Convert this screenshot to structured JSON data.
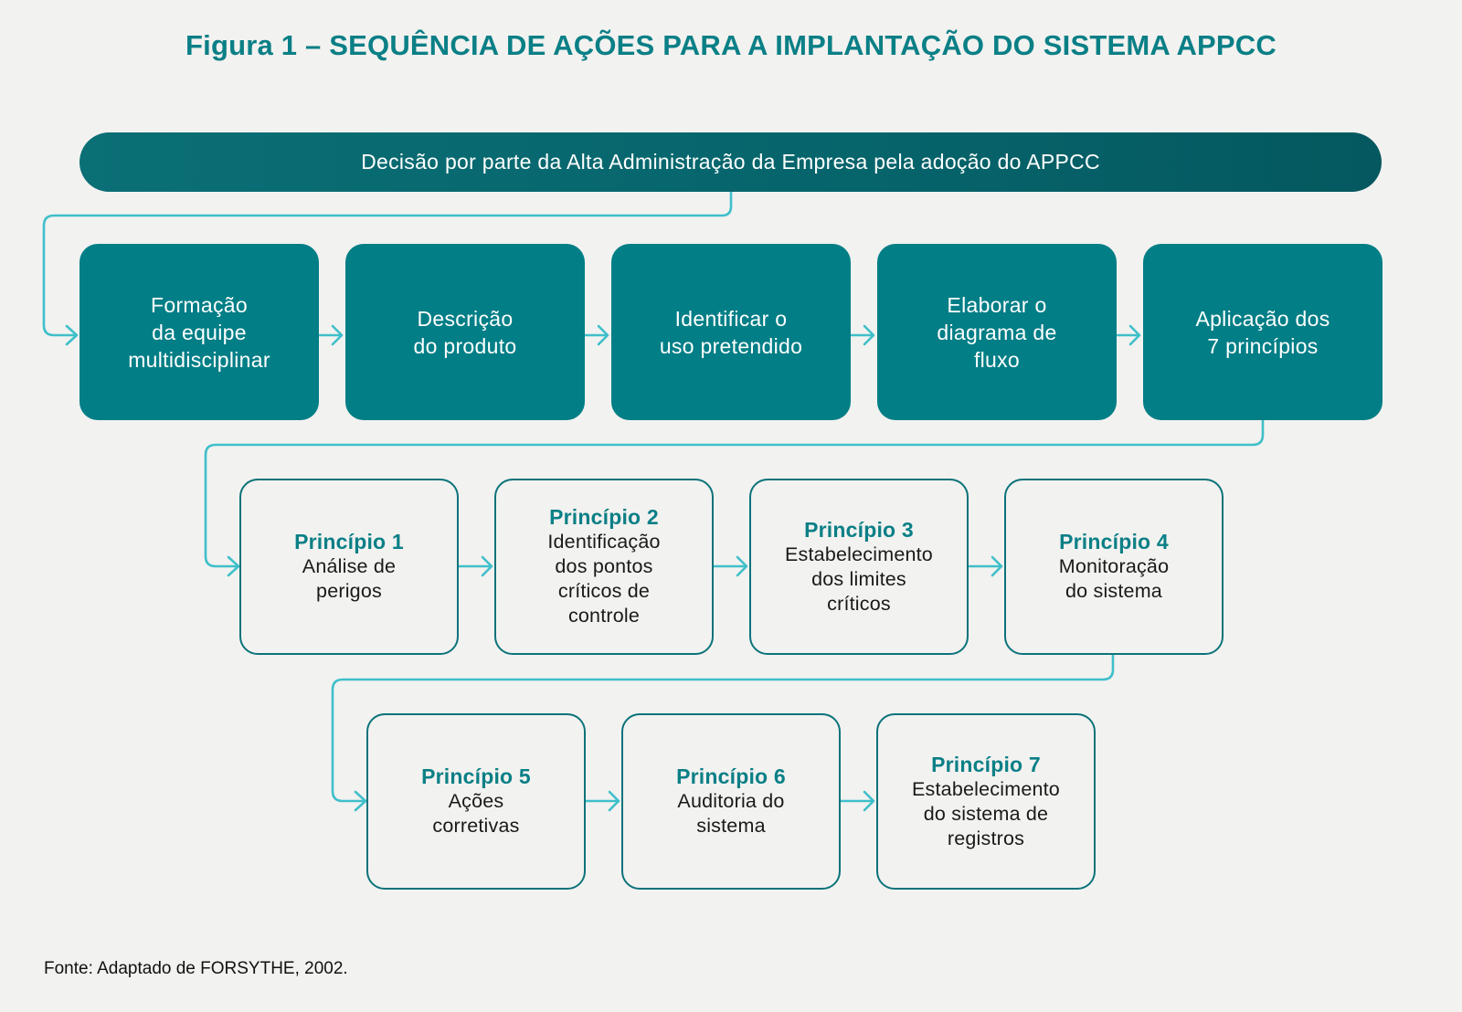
{
  "title": "Figura 1 – SEQUÊNCIA DE AÇÕES PARA A IMPLANTAÇÃO DO SISTEMA APPCC",
  "decision": "Decisão por parte da Alta Administração da Empresa pela adoção do APPCC",
  "steps": [
    "Formação\nda equipe\nmultidisciplinar",
    "Descrição\ndo produto",
    "Identificar o\nuso pretendido",
    "Elaborar o\ndiagrama de\nfluxo",
    "Aplicação dos\n7 princípios"
  ],
  "principles": [
    {
      "title": "Princípio 1",
      "text": "Análise de\nperigos"
    },
    {
      "title": "Princípio 2",
      "text": "Identificação\ndos pontos\ncríticos de\ncontrole"
    },
    {
      "title": "Princípio 3",
      "text": "Estabelecimento\ndos limites\ncríticos"
    },
    {
      "title": "Princípio 4",
      "text": "Monitoração\ndo sistema"
    },
    {
      "title": "Princípio 5",
      "text": "Ações\ncorretivas"
    },
    {
      "title": "Princípio 6",
      "text": "Auditoria do\nsistema"
    },
    {
      "title": "Princípio 7",
      "text": "Estabelecimento\ndo sistema de\nregistros"
    }
  ],
  "source": "Fonte: Adaptado de FORSYTHE, 2002.",
  "colors": {
    "title": "#0a7f86",
    "decision_bar": "#06646b",
    "step_fill": "#017e86",
    "principle_border": "#0c737a",
    "connector": "#3fbfca",
    "background": "#f2f2f0"
  }
}
